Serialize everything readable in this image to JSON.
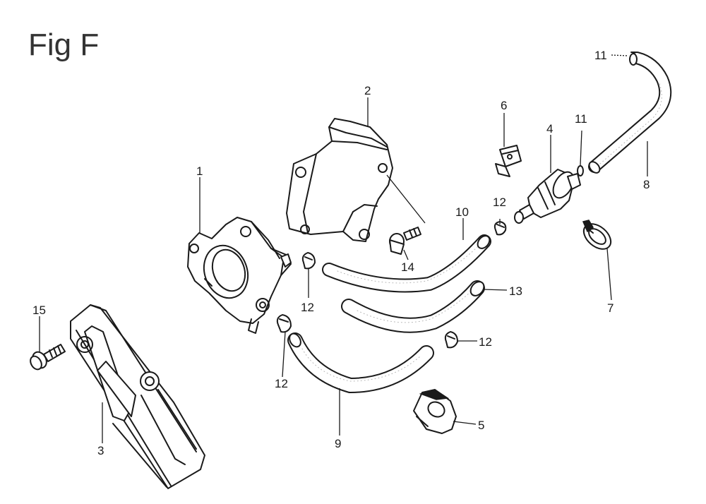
{
  "figure": {
    "title": "Fig F"
  },
  "callouts": [
    {
      "id": "c1",
      "label": "1"
    },
    {
      "id": "c2",
      "label": "2"
    },
    {
      "id": "c3",
      "label": "3"
    },
    {
      "id": "c4",
      "label": "4"
    },
    {
      "id": "c5",
      "label": "5"
    },
    {
      "id": "c6",
      "label": "6"
    },
    {
      "id": "c7",
      "label": "7"
    },
    {
      "id": "c8",
      "label": "8"
    },
    {
      "id": "c9",
      "label": "9"
    },
    {
      "id": "c10",
      "label": "10"
    },
    {
      "id": "c11a",
      "label": "11"
    },
    {
      "id": "c11b",
      "label": "11"
    },
    {
      "id": "c12a",
      "label": "12"
    },
    {
      "id": "c12b",
      "label": "12"
    },
    {
      "id": "c12c",
      "label": "12"
    },
    {
      "id": "c12d",
      "label": "12"
    },
    {
      "id": "c13",
      "label": "13"
    },
    {
      "id": "c14",
      "label": "14"
    },
    {
      "id": "c15",
      "label": "15"
    }
  ],
  "colors": {
    "ink": "#1a1a1a",
    "title": "#333333",
    "background": "#ffffff"
  }
}
